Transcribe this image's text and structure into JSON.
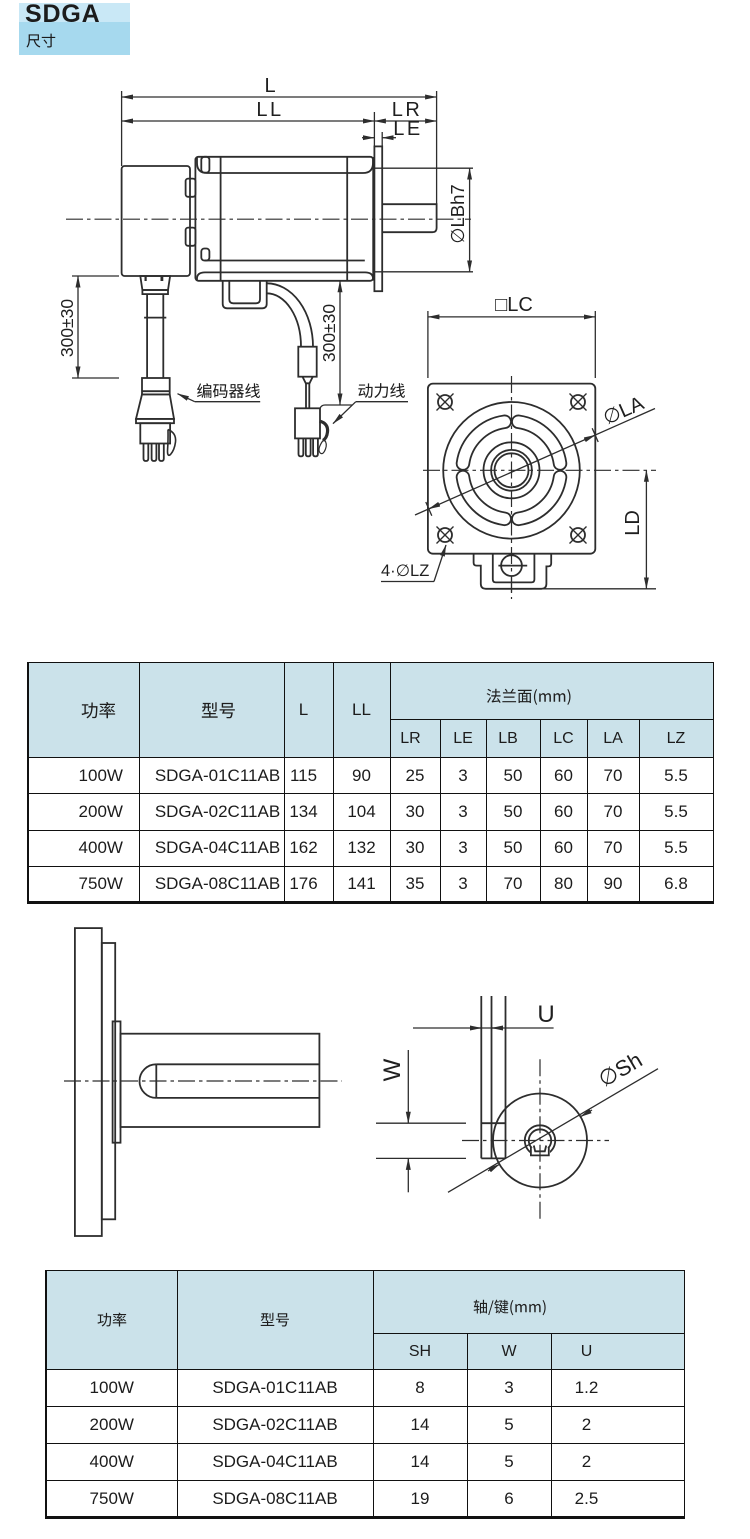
{
  "header": {
    "title": "SDGA",
    "subtitle": "尺寸",
    "accent_top": "#c9e8f6",
    "accent": "#a6d9ee"
  },
  "drawing_ink": "#2d2d2d",
  "motor_drawing": {
    "dims": {
      "l": "L",
      "ll": "LL",
      "lr": "LR",
      "le": "LE",
      "lb": "∅LBh7",
      "cable_length_left": "300±30",
      "cable_length_right": "300±30",
      "lc": "□LC",
      "la": "∅LA",
      "ld": "LD",
      "lz": "4·∅LZ"
    },
    "labels": {
      "encoder_cable": "编码器线",
      "power_cable": "动力线"
    }
  },
  "shaft_drawing": {
    "dims": {
      "u": "U",
      "w": "W",
      "sh": "∅Sh"
    }
  },
  "flange_table": {
    "header_bg": "#cbe2ea",
    "col_power": "功率",
    "col_model": "型号",
    "col_l": "L",
    "col_ll": "LL",
    "group": "法兰面(mm)",
    "subcols": [
      "LR",
      "LE",
      "LB",
      "LC",
      "LA",
      "LZ"
    ],
    "rows": [
      [
        "100W",
        "SDGA-01C11AB",
        "115",
        "90",
        "25",
        "3",
        "50",
        "60",
        "70",
        "5.5"
      ],
      [
        "200W",
        "SDGA-02C11AB",
        "134",
        "104",
        "30",
        "3",
        "50",
        "60",
        "70",
        "5.5"
      ],
      [
        "400W",
        "SDGA-04C11AB",
        "162",
        "132",
        "30",
        "3",
        "50",
        "60",
        "70",
        "5.5"
      ],
      [
        "750W",
        "SDGA-08C11AB",
        "176",
        "141",
        "35",
        "3",
        "70",
        "80",
        "90",
        "6.8"
      ]
    ]
  },
  "shaft_table": {
    "header_bg": "#cbe2ea",
    "col_power": "功率",
    "col_model": "型号",
    "group": "轴/键(mm)",
    "subcols": [
      "SH",
      "W",
      "U"
    ],
    "rows": [
      [
        "100W",
        "SDGA-01C11AB",
        "8",
        "3",
        "1.2"
      ],
      [
        "200W",
        "SDGA-02C11AB",
        "14",
        "5",
        "2"
      ],
      [
        "400W",
        "SDGA-04C11AB",
        "14",
        "5",
        "2"
      ],
      [
        "750W",
        "SDGA-08C11AB",
        "19",
        "6",
        "2.5"
      ]
    ]
  }
}
